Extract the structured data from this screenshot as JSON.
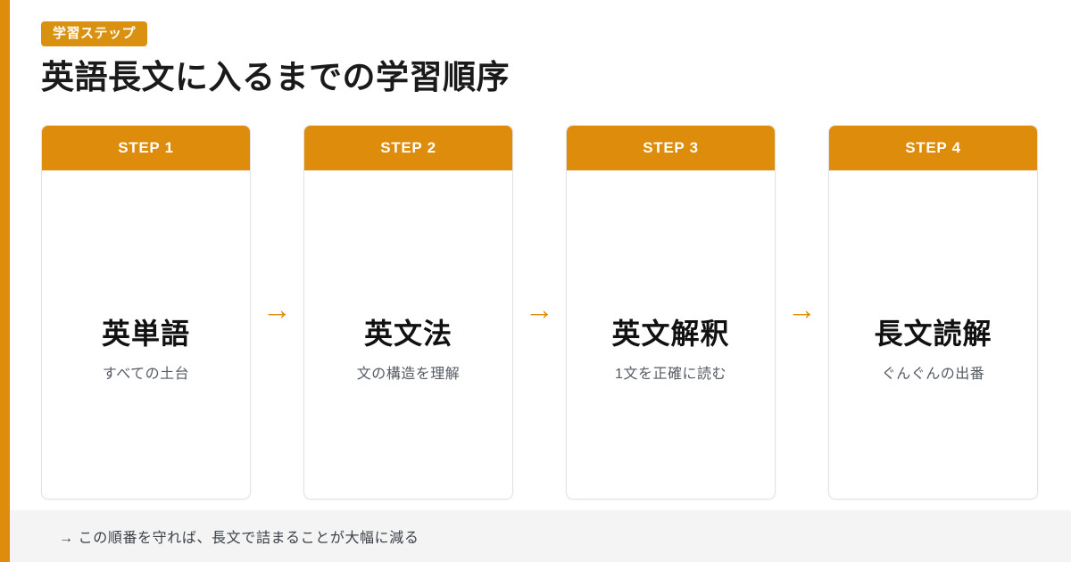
{
  "accent_color": "#de8c0c",
  "header": {
    "badge": "学習ステップ",
    "title": "英語長文に入るまでの学習順序"
  },
  "steps": [
    {
      "step_label": "STEP 1",
      "title": "英単語",
      "subtitle": "すべての土台"
    },
    {
      "step_label": "STEP 2",
      "title": "英文法",
      "subtitle": "文の構造を理解"
    },
    {
      "step_label": "STEP 3",
      "title": "英文解釈",
      "subtitle": "1文を正確に読む"
    },
    {
      "step_label": "STEP 4",
      "title": "長文読解",
      "subtitle": "ぐんぐんの出番"
    }
  ],
  "arrows": [
    {
      "glyph": "→"
    },
    {
      "glyph": "→"
    },
    {
      "glyph": "→"
    }
  ],
  "footer": {
    "note": "→ この順番を守れば、長文で詰まることが大幅に減る"
  }
}
